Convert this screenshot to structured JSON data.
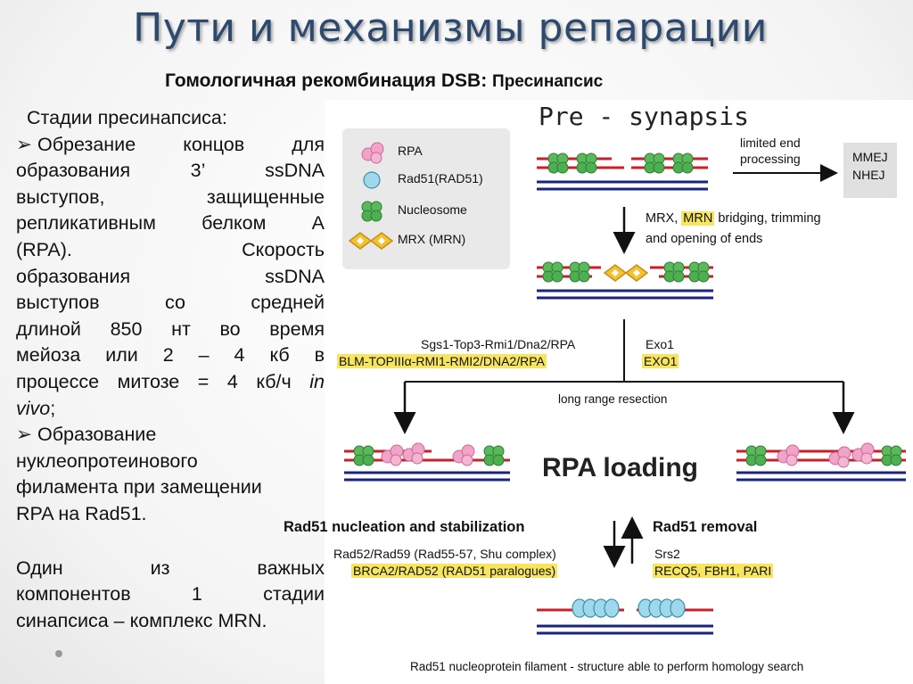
{
  "slide": {
    "title": "Пути и механизмы репарации",
    "subtitle_main": "Гомологичная рекомбинация DSB: ",
    "subtitle_small": "Пресинапсис"
  },
  "body": {
    "intro": "Стадии пресинапсиса:",
    "bullet1_lines": [
      "Обрезание концов для",
      "образования 3’ ssDNA",
      "выступов, защищенные",
      "репликативным белком А",
      "(RPA). Скорость",
      "образования ssDNA",
      "выступов со средней",
      "длиной 850 нт во время",
      "мейоза или 2 – 4 кб в",
      "процессе митозе = 4 кб/ч",
      "in",
      "vivo",
      ";"
    ],
    "bullet2_lines": [
      "Образование",
      "нуклеопротеинового",
      "филамента при замещении",
      "RPA на Rad51."
    ],
    "closing_lines": [
      "Один из важных",
      "компонентов 1 стадии",
      "синапсиса – комплекс MRN."
    ]
  },
  "diagram": {
    "pre_synapsis": "Pre - synapsis",
    "legend": {
      "rpa": "RPA",
      "rad51": "Rad51(RAD51)",
      "nucleosome": "Nucleosome",
      "mrx": "MRX (MRN)"
    },
    "limited_end_line1": "limited end",
    "limited_end_line2": "processing",
    "mmej": "MMEJ",
    "nhej": "NHEJ",
    "mrx_bridging_a": "MRX, ",
    "mrx_bridging_mrn": "MRN",
    "mrx_bridging_b": " bridging, trimming",
    "opening_ends": "and opening of ends",
    "sgs1": "Sgs1-Top3-Rmi1/Dna2/RPA",
    "blm": "BLM-TOPIIIα-RMI1-RMI2/DNA2/RPA",
    "exo1_yeast": "Exo1",
    "exo1_human": "EXO1",
    "long_range": "long range resection",
    "rpa_loading": "RPA loading",
    "nucleation": "Rad51 nucleation and stabilization",
    "removal": "Rad51 removal",
    "rad52_yeast": "Rad52/Rad59 (Rad55-57, Shu complex)",
    "brca2": "BRCA2/RAD52 (RAD51 paralogues)",
    "srs2": "Srs2",
    "recq5": "RECQ5, FBH1, PARI",
    "filament_caption": "Rad51 nucleoprotein filament - structure able to perform homology search"
  },
  "colors": {
    "title": "#2d4a6e",
    "dna_red": "#c8202a",
    "dna_blue": "#1a237e",
    "highlight": "#f7e65d",
    "rpa_pink": "#f2a3c8",
    "rad51_cyan": "#8fd0e6",
    "nucleosome_green": "#4caf50",
    "mrx_yellow": "#f2c230"
  }
}
